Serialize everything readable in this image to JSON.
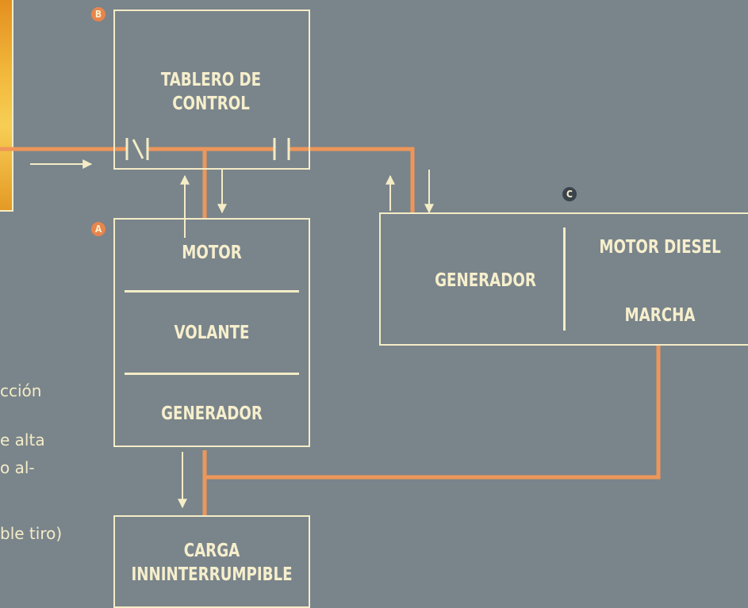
{
  "colors": {
    "background": "#7a848b",
    "box_line": "#f3ecc6",
    "wire": "#ee965a",
    "badge_orange": "#e8854c",
    "badge_dark": "#3a434b"
  },
  "boxes": {
    "tablero": {
      "label": "TABLERO DE CONTROL",
      "badge": "B"
    },
    "a": {
      "badge": "A",
      "sections": [
        "MOTOR",
        "VOLANTE",
        "GENERADOR"
      ]
    },
    "c": {
      "badge": "C",
      "generator": "GENERADOR",
      "motor": "MOTOR DIESEL",
      "marcha": "MARCHA"
    },
    "carga": {
      "label": "CARGA INNINTERRUMPIBLE"
    }
  },
  "side_text": [
    "cción",
    "e alta",
    "o al-",
    "ble tiro)"
  ]
}
